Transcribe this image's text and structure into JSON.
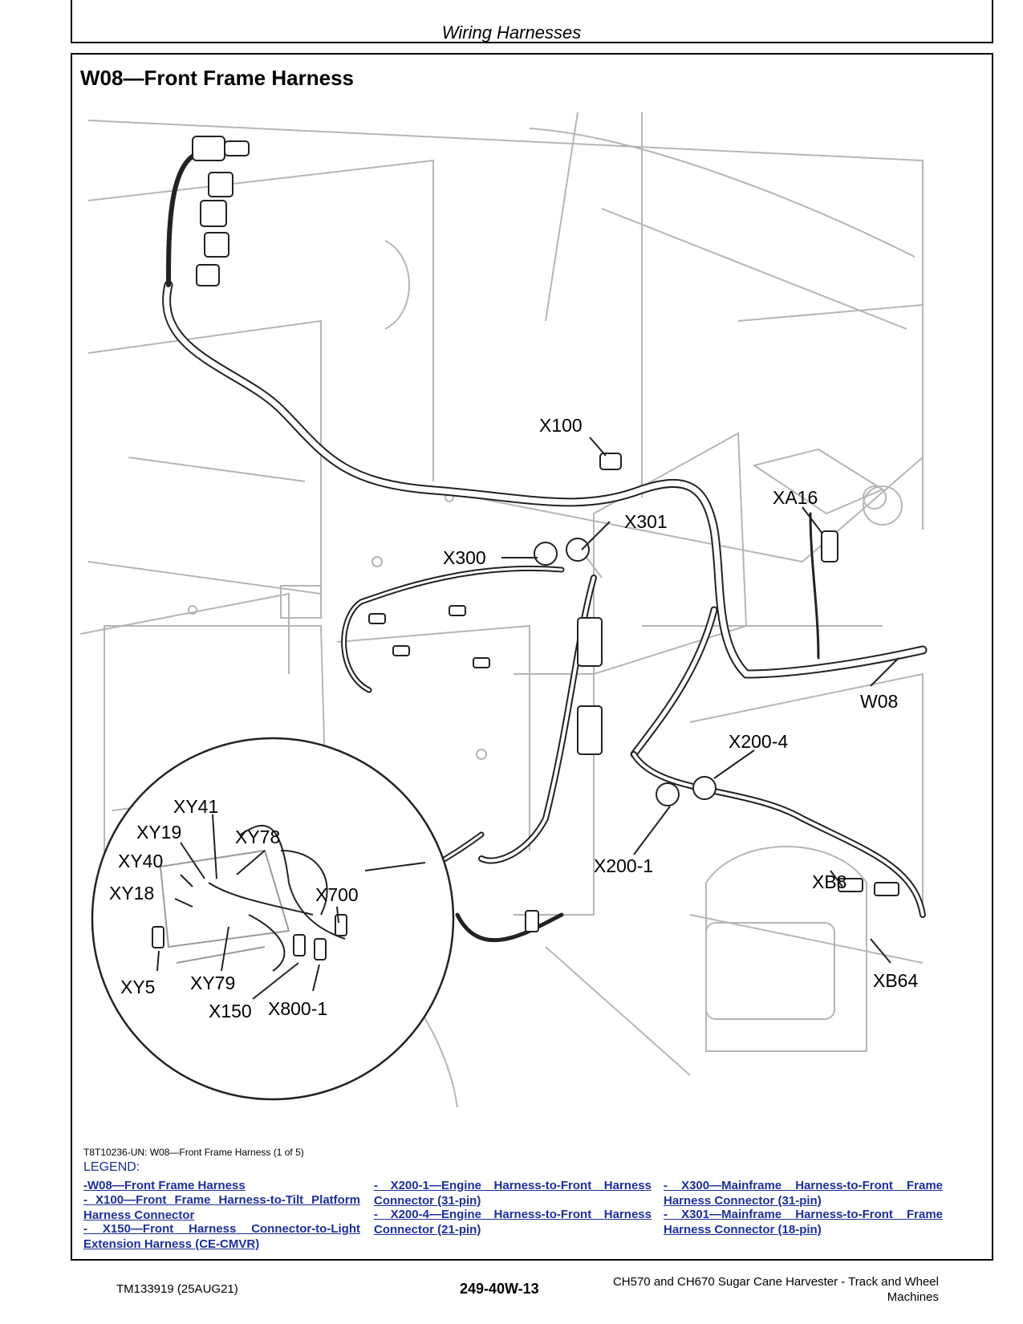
{
  "header": {
    "section": "Wiring Harnesses"
  },
  "page_title": "W08—Front Frame Harness",
  "figure": {
    "callouts": {
      "x100": "X100",
      "xa16": "XA16",
      "x301": "X301",
      "x300": "X300",
      "w08": "W08",
      "x200_4": "X200-4",
      "x200_1": "X200-1",
      "xb8": "XB8",
      "xb64": "XB64",
      "xy41": "XY41",
      "xy19": "XY19",
      "xy78": "XY78",
      "xy40": "XY40",
      "xy18": "XY18",
      "x700": "X700",
      "xy5": "XY5",
      "xy79": "XY79",
      "x150": "X150",
      "x800_1": "X800-1"
    },
    "caption": "T8T10236-UN: W08—Front Frame Harness (1 of 5)"
  },
  "legend": {
    "title": "LEGEND:",
    "items": [
      "-W08—Front Frame Harness",
      "- X100—Front Frame Harness-to-Tilt Platform Harness Connector",
      "- X150—Front Harness Connector-to-Light Extension Harness (CE-CMVR)",
      "- X200-1—Engine Harness-to-Front Harness Connector (31-pin)",
      "- X200-4—Engine Harness-to-Front Harness Connector (21-pin)",
      "- X300—Mainframe Harness-to-Front Frame Harness Connector (31-pin)",
      "- X301—Mainframe Harness-to-Front Frame Harness Connector (18-pin)"
    ]
  },
  "footer": {
    "doc_id": "TM133919 (25AUG21)",
    "page_number": "249-40W-13",
    "machine": "CH570 and CH670 Sugar Cane Harvester - Track and Wheel Machines"
  }
}
